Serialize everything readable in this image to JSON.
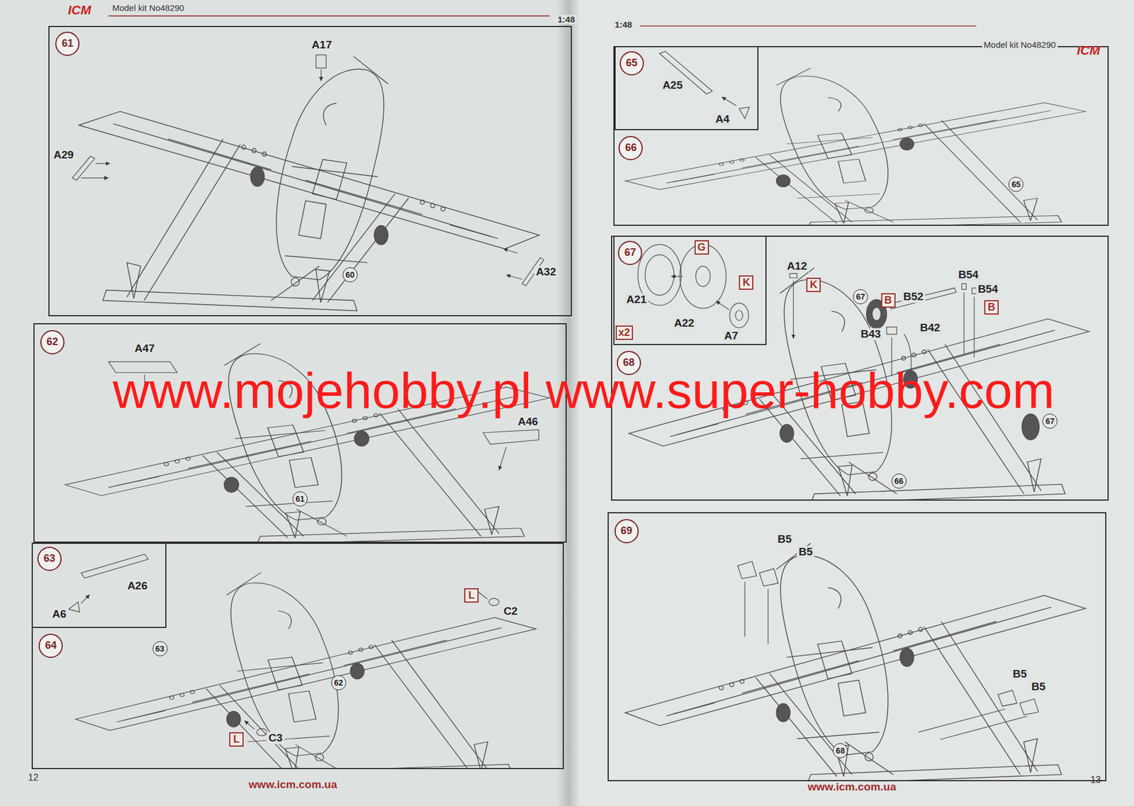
{
  "diagram": {
    "nodes": [
      {
        "text": [
          "61"
        ]
      },
      {
        "text": [
          "60"
        ],
        "in": 0
      },
      {
        "text": [
          "62"
        ]
      },
      {
        "text": [
          "61"
        ],
        "in": 2
      },
      {
        "text": [
          "63"
        ]
      },
      {
        "text": [
          "64"
        ]
      },
      {
        "text": [
          "L"
        ],
        "in": 5
      },
      {
        "text": [
          "63"
        ],
        "in": 5
      },
      {
        "text": [
          "62"
        ],
        "in": 5
      },
      {
        "text": [
          "L"
        ],
        "in": 5
      },
      {
        "text": [
          "65"
        ]
      },
      {
        "text": [
          "66"
        ]
      },
      {
        "text": [
          "65"
        ],
        "in": 11
      },
      {
        "text": [
          "67"
        ]
      },
      {
        "text": [
          "G"
        ],
        "in": 13
      },
      {
        "text": [
          "K"
        ],
        "in": 13
      },
      {
        "text": [
          "x2"
        ],
        "in": 13
      },
      {
        "text": [
          "68"
        ]
      },
      {
        "text": [
          "K"
        ],
        "in": 17
      },
      {
        "text": [
          "67"
        ],
        "in": 17
      },
      {
        "text": [
          "B"
        ],
        "in": 17
      },
      {
        "text": [
          "B"
        ],
        "in": 17
      },
      {
        "text": [
          "67"
        ],
        "in": 17
      },
      {
        "text": [
          "66"
        ],
        "in": 17
      },
      {
        "text": [
          "69"
        ]
      },
      {
        "text": [
          "68"
        ],
        "in": 24
      }
    ],
    "labels": [
      "ICM",
      "Model kit No48290",
      "1:48",
      "1:48",
      "Model kit No48290",
      "ICM",
      "A17",
      "A29",
      "A32",
      "A47",
      "A46",
      "A26",
      "A6",
      "C2",
      "C3",
      "A25",
      "A4",
      "A21",
      "A22",
      "A7",
      "A12",
      "B54",
      "B54",
      "B52",
      "B43",
      "B42",
      "B5",
      "B5",
      "B5",
      "B5",
      "www.mojehobby.pl www.super-hobby.com",
      "12",
      "www.icm.com.ua",
      "www.icm.com.ua",
      "13"
    ]
  }
}
